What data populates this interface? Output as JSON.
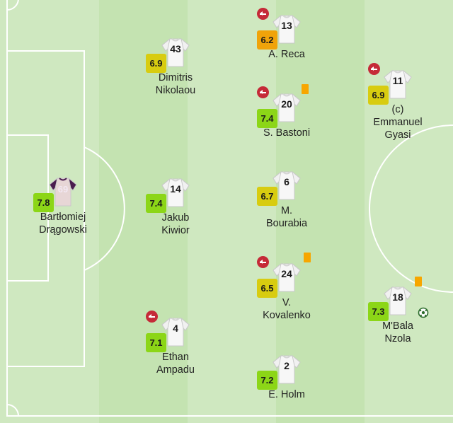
{
  "colors": {
    "rating_high": "#8cd617",
    "rating_mid": "#d8cc10",
    "rating_low": "#f0a30a",
    "card_yellow": "#f7a600",
    "sub_red": "#c52a38",
    "gk_shirt": "#e7d6d6",
    "gk_sleeve": "#4a1d4f"
  },
  "players": [
    {
      "number": "69",
      "rating": "7.8",
      "rating_level": "high",
      "name": "Bartłomiej\nDrągowski",
      "goalkeeper": true,
      "subbed_off": false,
      "yellow_card": false,
      "goal": false
    },
    {
      "number": "43",
      "rating": "6.9",
      "rating_level": "mid",
      "name": "Dimitris\nNikolaou",
      "goalkeeper": false,
      "subbed_off": false,
      "yellow_card": false,
      "goal": false
    },
    {
      "number": "14",
      "rating": "7.4",
      "rating_level": "high",
      "name": "Jakub\nKiwior",
      "goalkeeper": false,
      "subbed_off": false,
      "yellow_card": false,
      "goal": false
    },
    {
      "number": "4",
      "rating": "7.1",
      "rating_level": "high",
      "name": "Ethan\nAmpadu",
      "goalkeeper": false,
      "subbed_off": true,
      "yellow_card": false,
      "goal": false
    },
    {
      "number": "13",
      "rating": "6.2",
      "rating_level": "low",
      "name": "A. Reca",
      "goalkeeper": false,
      "subbed_off": true,
      "yellow_card": false,
      "goal": false
    },
    {
      "number": "20",
      "rating": "7.4",
      "rating_level": "high",
      "name": "S. Bastoni",
      "goalkeeper": false,
      "subbed_off": true,
      "yellow_card": true,
      "goal": false
    },
    {
      "number": "6",
      "rating": "6.7",
      "rating_level": "mid",
      "name": "M.\nBourabia",
      "goalkeeper": false,
      "subbed_off": false,
      "yellow_card": false,
      "goal": false
    },
    {
      "number": "24",
      "rating": "6.5",
      "rating_level": "mid",
      "name": "V.\nKovalenko",
      "goalkeeper": false,
      "subbed_off": true,
      "yellow_card": true,
      "goal": false
    },
    {
      "number": "2",
      "rating": "7.2",
      "rating_level": "high",
      "name": "E. Holm",
      "goalkeeper": false,
      "subbed_off": false,
      "yellow_card": false,
      "goal": false
    },
    {
      "number": "11",
      "rating": "6.9",
      "rating_level": "mid",
      "name": "(c)\nEmmanuel\nGyasi",
      "goalkeeper": false,
      "subbed_off": true,
      "yellow_card": false,
      "goal": false
    },
    {
      "number": "18",
      "rating": "7.3",
      "rating_level": "high",
      "name": "M'Bala\nNzola",
      "goalkeeper": false,
      "subbed_off": false,
      "yellow_card": true,
      "goal": true
    }
  ]
}
